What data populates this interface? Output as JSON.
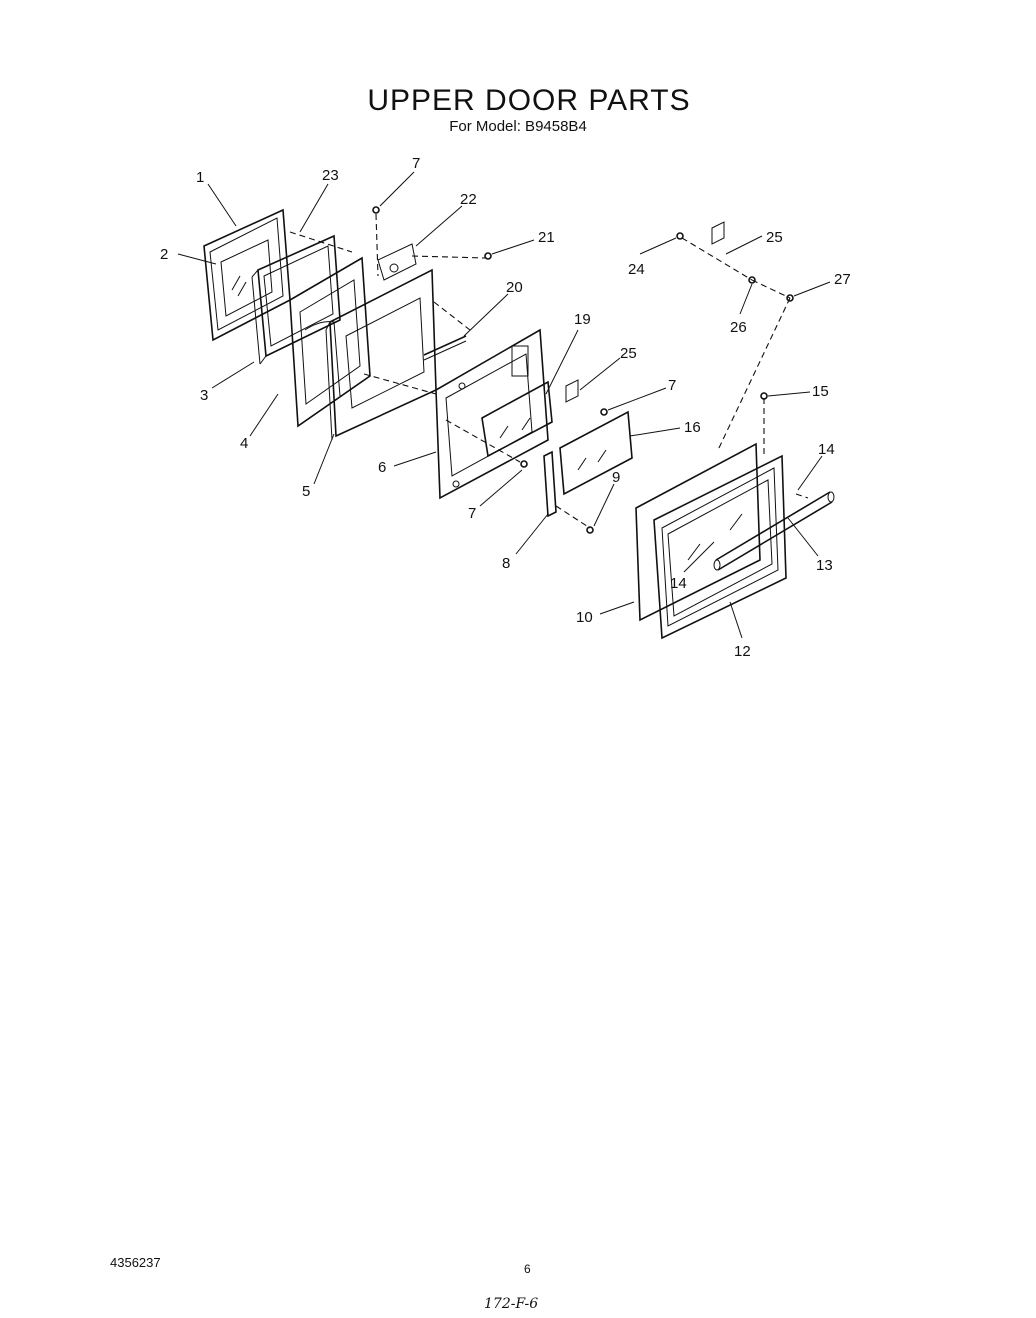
{
  "title": "UPPER DOOR PARTS",
  "subtitle": "For Model: B9458B4",
  "callouts": [
    "1",
    "23",
    "7",
    "22",
    "21",
    "2",
    "20",
    "3",
    "4",
    "19",
    "25",
    "7",
    "6",
    "5",
    "16",
    "7",
    "9",
    "8",
    "24",
    "25",
    "26",
    "27",
    "15",
    "14",
    "13",
    "14",
    "10",
    "12"
  ],
  "footer": {
    "doc_number": "4356237",
    "page_number": "6",
    "handwritten": "172-F-6"
  }
}
